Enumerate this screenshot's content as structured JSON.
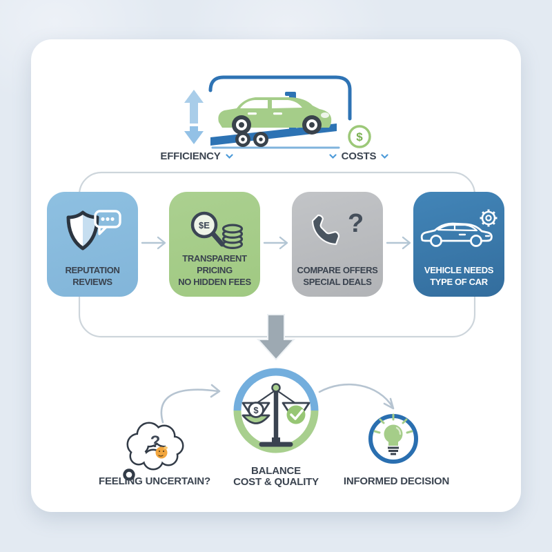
{
  "top_section": {
    "efficiency_label": "EFFICIENCY",
    "costs_label": "COSTS",
    "dollar_badge": "$"
  },
  "flow_steps": [
    {
      "line1": "REPUTATION",
      "line2": "REVIEWS",
      "icon": "shield-reviews",
      "bg": "#87bade"
    },
    {
      "line1": "TRANSPARENT PRICING",
      "line2": "NO HIDDEN FEES",
      "icon": "magnifier-coins",
      "bg": "#a7cd8c",
      "lens_text": "$E"
    },
    {
      "line1": "COMPARE OFFERS",
      "line2": "SPECIAL DEALS",
      "icon": "phone-question",
      "bg": "#babcbf",
      "question_mark": "?"
    },
    {
      "line1": "VEHICLE NEEDS",
      "line2": "TYPE OF CAR",
      "icon": "car-gear",
      "bg": "#3a7cb1"
    }
  ],
  "bottom_section": {
    "uncertain": {
      "label": "FEELING UNCERTAIN?",
      "question_mark": "?"
    },
    "balance": {
      "line1": "BALANCE",
      "line2": "COST & QUALITY",
      "pan_symbol": "$"
    },
    "decision": {
      "label": "INFORMED DECISION"
    }
  },
  "colors": {
    "accent_blue": "#2e73b4",
    "light_blue": "#87bade",
    "green": "#a7cd8c",
    "gray": "#babcbf",
    "dark_text": "#3b4450",
    "flow_border": "#cdd5db",
    "connector_arrow": "#b3c6d4",
    "down_arrow": "#9da9b2"
  }
}
